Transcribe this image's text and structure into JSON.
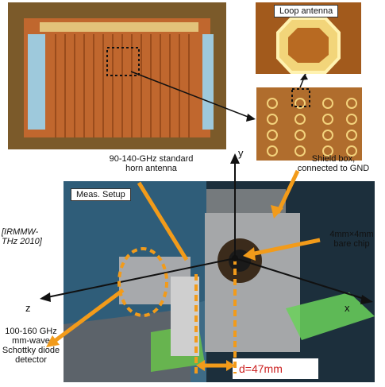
{
  "labels": {
    "loop_antenna": "Loop antenna",
    "shield_box": "Shield box,\nconnected to GND",
    "horn_antenna": "90-140-GHz standard\nhorn antenna",
    "meas_setup": "Meas. Setup",
    "citation": "[IRMMW-\nTHz 2010]",
    "chip": "4mm×4mm\nbare chip",
    "detector": "100-160 GHz\nmm-wave\nSchottky diode\ndetector",
    "distance": "d=47mm",
    "axis_x": "x",
    "axis_y": "y",
    "axis_z": "z"
  },
  "colors": {
    "accent": "#f29b1a",
    "chip_orange": "#c8722e",
    "photo_blue": "#3e6b86",
    "distance_text": "#cc2222"
  }
}
